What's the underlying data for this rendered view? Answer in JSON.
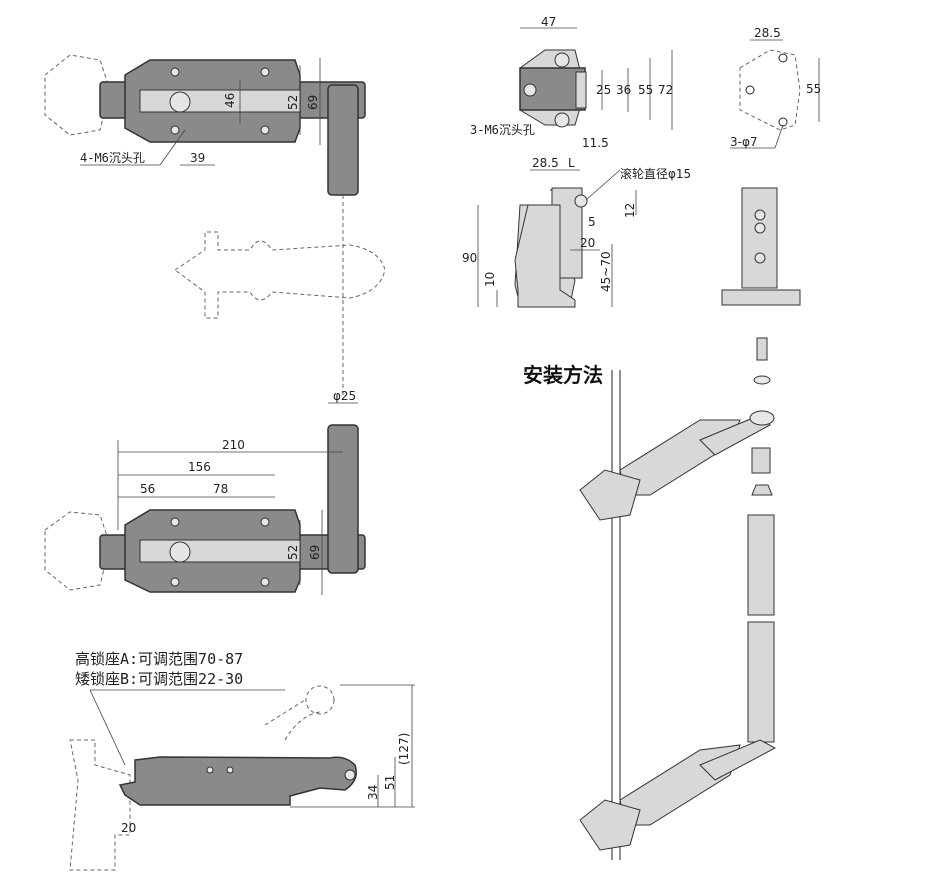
{
  "top_view": {
    "dims": [
      "46",
      "52",
      "69",
      "39"
    ],
    "hole_note": "4-M6沉头孔"
  },
  "front_view": {
    "dims": [
      "φ25",
      "210",
      "156",
      "56",
      "78",
      "52",
      "69"
    ]
  },
  "side_view": {
    "note_a": "高锁座A:可调范围70-87",
    "note_b": "矮锁座B:可调范围22-30",
    "dims": [
      "34",
      "51",
      "(127)",
      "20"
    ]
  },
  "seat_top": {
    "dims": [
      "47",
      "25",
      "36",
      "55",
      "72",
      "11.5",
      "28.5",
      "L"
    ],
    "hole_note": "3-M6沉头孔"
  },
  "base_plate": {
    "dims": [
      "28.5",
      "55"
    ],
    "hole_note": "3-φ7"
  },
  "seat_side": {
    "roller_note": "滚轮直径φ15",
    "dims": [
      "12",
      "5",
      "20",
      "90",
      "10",
      "45~70"
    ]
  },
  "install": {
    "title": "安装方法"
  }
}
